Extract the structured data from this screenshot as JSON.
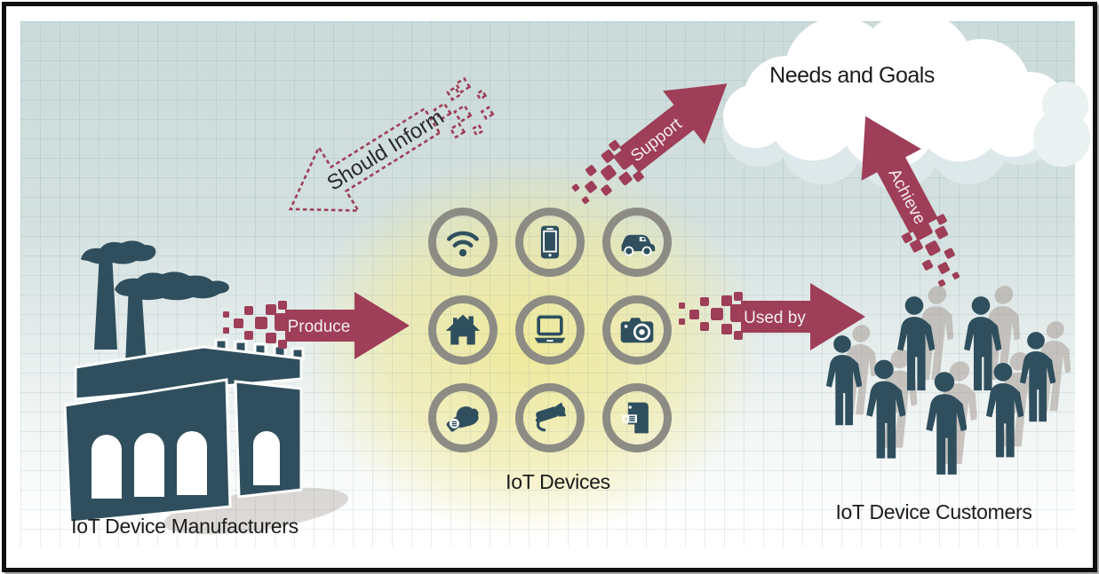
{
  "nodes": {
    "manufacturers": {
      "label": "IoT Device Manufacturers"
    },
    "devices": {
      "label": "IoT Devices"
    },
    "customers": {
      "label": "IoT Device Customers"
    },
    "needs": {
      "label": "Needs and Goals"
    }
  },
  "arrows": {
    "produce": {
      "label": "Produce"
    },
    "used_by": {
      "label": "Used by"
    },
    "support": {
      "label": "Support"
    },
    "achieve": {
      "label": "Achieve"
    },
    "should_inform": {
      "label": "Should Inform"
    }
  },
  "device_icons": [
    "wifi",
    "smartphone",
    "connected-car",
    "smart-home",
    "laptop",
    "camera",
    "smartwatch",
    "security-camera",
    "coffee-maker"
  ],
  "colors": {
    "arrow_maroon": "#9e3e58",
    "silhouette_teal": "#2f4f5e",
    "ring_gray": "#8c8c85",
    "text_dark": "#1b1b1b",
    "sky_top": "#cbdbda",
    "glow_yellow": "#f0e996",
    "cloud_white": "#ffffff"
  }
}
